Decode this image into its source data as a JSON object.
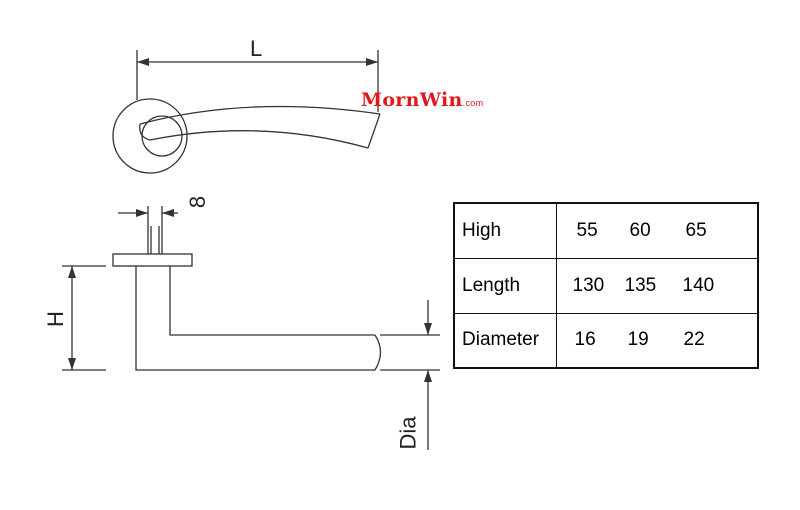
{
  "brand": {
    "name": "MornWin",
    "domain": ".com"
  },
  "dimensions": {
    "length": "L",
    "width": "8",
    "height": "H",
    "diameter": "Dia"
  },
  "table": {
    "rows": [
      {
        "label": "High",
        "values": [
          "55",
          "60",
          "65"
        ]
      },
      {
        "label": "Length",
        "values": [
          "130",
          "135",
          "140"
        ]
      },
      {
        "label": "Diameter",
        "values": [
          "16",
          "19",
          "22"
        ]
      }
    ]
  }
}
